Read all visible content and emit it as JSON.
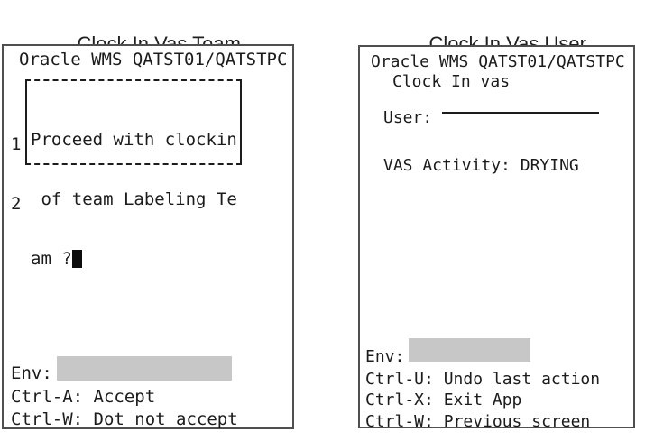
{
  "colors": {
    "background": "#ffffff",
    "terminal_border_gray": "#4f4f4f",
    "dialog_border_black": "#1c1c1c",
    "text_black": "#1c1c1c",
    "redaction_gray": "#c7c7c7"
  },
  "left_panel": {
    "title": "Clock In Vas Team",
    "header": "Oracle WMS QATST01/QATSTPC",
    "dialog": {
      "row_numbers": [
        "1",
        "2"
      ],
      "lines": [
        "Proceed with clockin",
        " of team Labeling Te",
        "am ?"
      ]
    },
    "env_label": "Env:",
    "shortcuts": [
      "Ctrl-A: Accept",
      "Ctrl-W: Dot not accept"
    ]
  },
  "right_panel": {
    "title": "Clock In Vas User",
    "header": "Oracle WMS QATST01/QATSTPC",
    "screen_name": "Clock In vas",
    "user_label": "User:",
    "user_value": "",
    "vas_activity_label": "VAS Activity:",
    "vas_activity_value": "DRYING",
    "env_label": "Env:",
    "shortcuts": [
      "Ctrl-U: Undo last action",
      "Ctrl-X: Exit App",
      "Ctrl-W: Previous screen"
    ]
  }
}
